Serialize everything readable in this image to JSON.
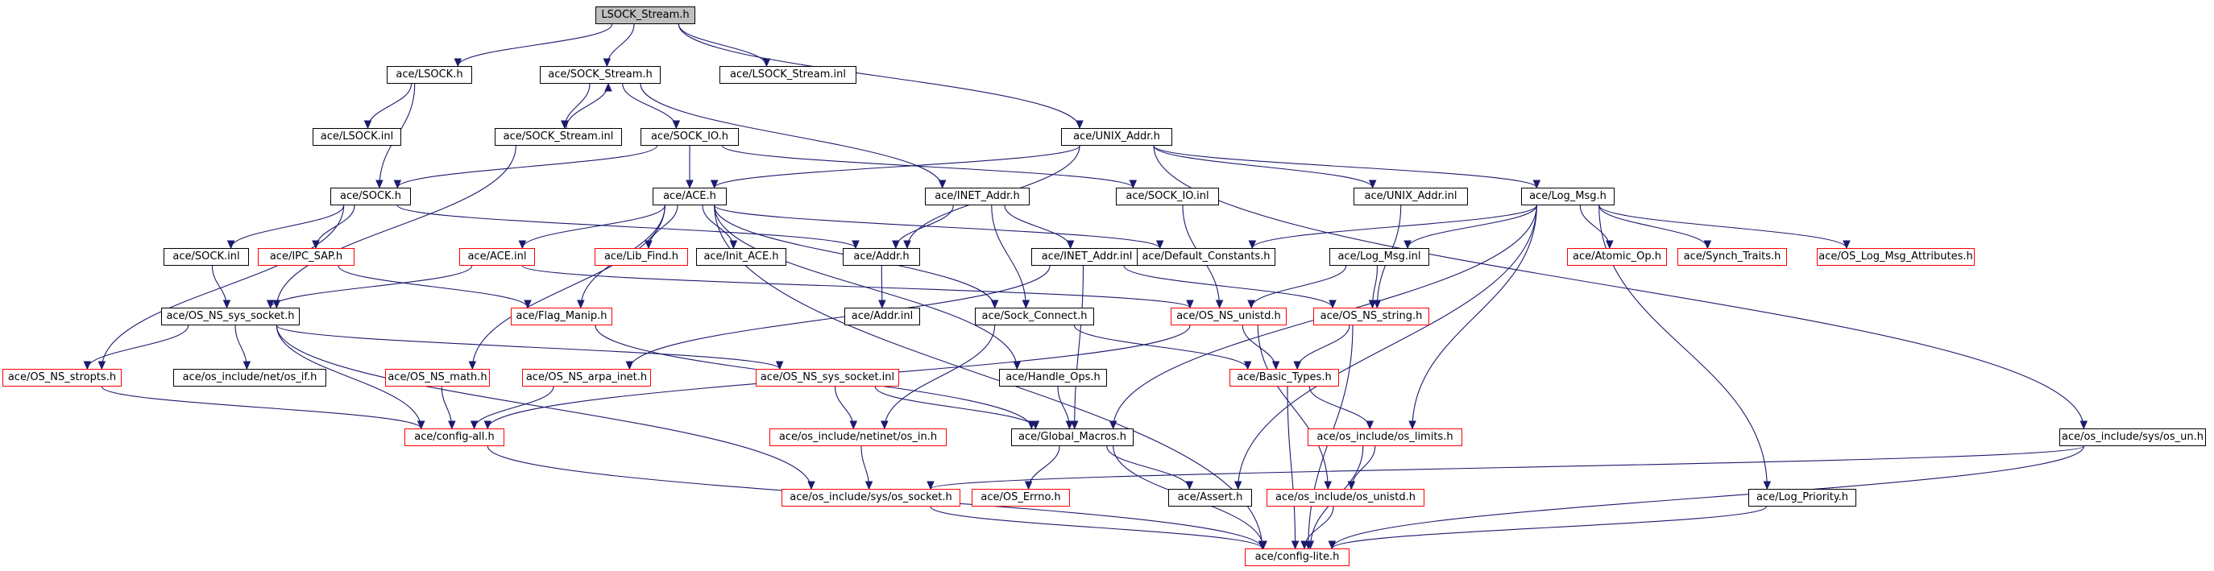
{
  "colors": {
    "edge": "#1a1a6e",
    "documented_border": "#000000",
    "undocumented_border": "#ff0000",
    "root_fill": "#bfbfbf"
  },
  "nodes": {
    "lsock_stream_h": {
      "label": "LSOCK_Stream.h",
      "border": "black"
    },
    "ace_lsock_h": {
      "label": "ace/LSOCK.h",
      "border": "black"
    },
    "ace_sock_stream_h": {
      "label": "ace/SOCK_Stream.h",
      "border": "black"
    },
    "ace_lsock_stream_inl": {
      "label": "ace/LSOCK_Stream.inl",
      "border": "black"
    },
    "ace_lsock_inl": {
      "label": "ace/LSOCK.inl",
      "border": "black"
    },
    "ace_sock_stream_inl": {
      "label": "ace/SOCK_Stream.inl",
      "border": "black"
    },
    "ace_sock_io_h": {
      "label": "ace/SOCK_IO.h",
      "border": "black"
    },
    "ace_unix_addr_h": {
      "label": "ace/UNIX_Addr.h",
      "border": "black"
    },
    "ace_sock_h": {
      "label": "ace/SOCK.h",
      "border": "black"
    },
    "ace_ace_h": {
      "label": "ace/ACE.h",
      "border": "black"
    },
    "ace_inet_addr_h": {
      "label": "ace/INET_Addr.h",
      "border": "black"
    },
    "ace_sock_io_inl": {
      "label": "ace/SOCK_IO.inl",
      "border": "black"
    },
    "ace_unix_addr_inl": {
      "label": "ace/UNIX_Addr.inl",
      "border": "black"
    },
    "ace_log_msg_h": {
      "label": "ace/Log_Msg.h",
      "border": "black"
    },
    "ace_sock_inl": {
      "label": "ace/SOCK.inl",
      "border": "black"
    },
    "ace_ipc_sap_h": {
      "label": "ace/IPC_SAP.h",
      "border": "red"
    },
    "ace_ace_inl": {
      "label": "ace/ACE.inl",
      "border": "red"
    },
    "ace_lib_find_h": {
      "label": "ace/Lib_Find.h",
      "border": "red"
    },
    "ace_init_ace_h": {
      "label": "ace/Init_ACE.h",
      "border": "black"
    },
    "ace_addr_h": {
      "label": "ace/Addr.h",
      "border": "black"
    },
    "ace_inet_addr_inl": {
      "label": "ace/INET_Addr.inl",
      "border": "black"
    },
    "ace_default_constants_h": {
      "label": "ace/Default_Constants.h",
      "border": "black"
    },
    "ace_log_msg_inl": {
      "label": "ace/Log_Msg.inl",
      "border": "black"
    },
    "ace_atomic_op_h": {
      "label": "ace/Atomic_Op.h",
      "border": "red"
    },
    "ace_synch_traits_h": {
      "label": "ace/Synch_Traits.h",
      "border": "red"
    },
    "ace_os_log_msg_attributes_h": {
      "label": "ace/OS_Log_Msg_Attributes.h",
      "border": "red"
    },
    "ace_os_ns_sys_socket_h": {
      "label": "ace/OS_NS_sys_socket.h",
      "border": "black"
    },
    "ace_flag_manip_h": {
      "label": "ace/Flag_Manip.h",
      "border": "red"
    },
    "ace_addr_inl": {
      "label": "ace/Addr.inl",
      "border": "black"
    },
    "ace_sock_connect_h": {
      "label": "ace/Sock_Connect.h",
      "border": "black"
    },
    "ace_os_ns_unistd_h": {
      "label": "ace/OS_NS_unistd.h",
      "border": "red"
    },
    "ace_os_ns_string_h": {
      "label": "ace/OS_NS_string.h",
      "border": "red"
    },
    "ace_os_ns_stropts_h": {
      "label": "ace/OS_NS_stropts.h",
      "border": "red"
    },
    "ace_os_include_net_os_if_h": {
      "label": "ace/os_include/net/os_if.h",
      "border": "black"
    },
    "ace_os_ns_math_h": {
      "label": "ace/OS_NS_math.h",
      "border": "red"
    },
    "ace_os_ns_arpa_inet_h": {
      "label": "ace/OS_NS_arpa_inet.h",
      "border": "red"
    },
    "ace_os_ns_sys_socket_inl": {
      "label": "ace/OS_NS_sys_socket.inl",
      "border": "red"
    },
    "ace_handle_ops_h": {
      "label": "ace/Handle_Ops.h",
      "border": "black"
    },
    "ace_basic_types_h": {
      "label": "ace/Basic_Types.h",
      "border": "red"
    },
    "ace_config_all_h": {
      "label": "ace/config-all.h",
      "border": "red"
    },
    "ace_os_include_netinet_os_in_h": {
      "label": "ace/os_include/netinet/os_in.h",
      "border": "red"
    },
    "ace_global_macros_h": {
      "label": "ace/Global_Macros.h",
      "border": "black"
    },
    "ace_os_include_os_limits_h": {
      "label": "ace/os_include/os_limits.h",
      "border": "red"
    },
    "ace_os_include_sys_os_un_h": {
      "label": "ace/os_include/sys/os_un.h",
      "border": "black"
    },
    "ace_os_include_sys_os_socket_h": {
      "label": "ace/os_include/sys/os_socket.h",
      "border": "red"
    },
    "ace_os_errno_h": {
      "label": "ace/OS_Errno.h",
      "border": "red"
    },
    "ace_assert_h": {
      "label": "ace/Assert.h",
      "border": "black"
    },
    "ace_os_include_os_unistd_h": {
      "label": "ace/os_include/os_unistd.h",
      "border": "red"
    },
    "ace_log_priority_h": {
      "label": "ace/Log_Priority.h",
      "border": "black"
    },
    "ace_config_lite_h": {
      "label": "ace/config-lite.h",
      "border": "red"
    }
  },
  "edges": [
    [
      "lsock_stream_h",
      "ace_lsock_h"
    ],
    [
      "lsock_stream_h",
      "ace_sock_stream_h"
    ],
    [
      "lsock_stream_h",
      "ace_lsock_stream_inl"
    ],
    [
      "lsock_stream_h",
      "ace_unix_addr_h"
    ],
    [
      "ace_lsock_h",
      "ace_lsock_inl"
    ],
    [
      "ace_lsock_h",
      "ace_sock_h"
    ],
    [
      "ace_sock_stream_h",
      "ace_sock_stream_inl"
    ],
    [
      "ace_sock_stream_inl",
      "ace_sock_stream_h"
    ],
    [
      "ace_sock_stream_h",
      "ace_sock_io_h"
    ],
    [
      "ace_sock_stream_h",
      "ace_inet_addr_h"
    ],
    [
      "ace_sock_stream_inl",
      "ace_os_ns_sys_socket_h"
    ],
    [
      "ace_sock_io_h",
      "ace_sock_h"
    ],
    [
      "ace_sock_io_h",
      "ace_ace_h"
    ],
    [
      "ace_sock_io_h",
      "ace_sock_io_inl"
    ],
    [
      "ace_unix_addr_h",
      "ace_ace_h"
    ],
    [
      "ace_unix_addr_h",
      "ace_addr_h"
    ],
    [
      "ace_unix_addr_h",
      "ace_unix_addr_inl"
    ],
    [
      "ace_unix_addr_h",
      "ace_log_msg_h"
    ],
    [
      "ace_unix_addr_h",
      "ace_os_include_sys_os_un_h"
    ],
    [
      "ace_sock_h",
      "ace_sock_inl"
    ],
    [
      "ace_sock_h",
      "ace_ipc_sap_h"
    ],
    [
      "ace_sock_h",
      "ace_addr_h"
    ],
    [
      "ace_sock_h",
      "ace_os_ns_stropts_h"
    ],
    [
      "ace_sock_inl",
      "ace_os_ns_sys_socket_h"
    ],
    [
      "ace_ipc_sap_h",
      "ace_flag_manip_h"
    ],
    [
      "ace_ace_h",
      "ace_ace_inl"
    ],
    [
      "ace_ace_h",
      "ace_lib_find_h"
    ],
    [
      "ace_ace_h",
      "ace_init_ace_h"
    ],
    [
      "ace_ace_h",
      "ace_default_constants_h"
    ],
    [
      "ace_ace_h",
      "ace_flag_manip_h"
    ],
    [
      "ace_ace_h",
      "ace_sock_connect_h"
    ],
    [
      "ace_ace_h",
      "ace_handle_ops_h"
    ],
    [
      "ace_ace_h",
      "ace_os_ns_math_h"
    ],
    [
      "ace_ace_h",
      "ace_config_lite_h"
    ],
    [
      "ace_ace_inl",
      "ace_os_ns_sys_socket_h"
    ],
    [
      "ace_ace_inl",
      "ace_os_ns_unistd_h"
    ],
    [
      "ace_inet_addr_h",
      "ace_addr_h"
    ],
    [
      "ace_inet_addr_h",
      "ace_inet_addr_inl"
    ],
    [
      "ace_inet_addr_h",
      "ace_sock_connect_h"
    ],
    [
      "ace_sock_io_inl",
      "ace_os_ns_unistd_h"
    ],
    [
      "ace_unix_addr_inl",
      "ace_os_ns_string_h"
    ],
    [
      "ace_inet_addr_inl",
      "ace_os_ns_string_h"
    ],
    [
      "ace_inet_addr_inl",
      "ace_global_macros_h"
    ],
    [
      "ace_inet_addr_inl",
      "ace_os_ns_arpa_inet_h"
    ],
    [
      "ace_log_msg_h",
      "ace_default_constants_h"
    ],
    [
      "ace_log_msg_h",
      "ace_log_msg_inl"
    ],
    [
      "ace_log_msg_h",
      "ace_atomic_op_h"
    ],
    [
      "ace_log_msg_h",
      "ace_synch_traits_h"
    ],
    [
      "ace_log_msg_h",
      "ace_os_log_msg_attributes_h"
    ],
    [
      "ace_log_msg_h",
      "ace_global_macros_h"
    ],
    [
      "ace_log_msg_h",
      "ace_os_include_os_limits_h"
    ],
    [
      "ace_log_msg_h",
      "ace_assert_h"
    ],
    [
      "ace_log_msg_h",
      "ace_log_priority_h"
    ],
    [
      "ace_log_msg_inl",
      "ace_os_ns_string_h"
    ],
    [
      "ace_log_msg_inl",
      "ace_os_ns_unistd_h"
    ],
    [
      "ace_addr_h",
      "ace_addr_inl"
    ],
    [
      "ace_flag_manip_h",
      "ace_global_macros_h"
    ],
    [
      "ace_os_ns_sys_socket_h",
      "ace_os_ns_stropts_h"
    ],
    [
      "ace_os_ns_sys_socket_h",
      "ace_os_include_net_os_if_h"
    ],
    [
      "ace_os_ns_sys_socket_h",
      "ace_os_ns_sys_socket_inl"
    ],
    [
      "ace_os_ns_sys_socket_h",
      "ace_config_all_h"
    ],
    [
      "ace_os_ns_sys_socket_h",
      "ace_os_include_sys_os_socket_h"
    ],
    [
      "ace_os_ns_stropts_h",
      "ace_config_all_h"
    ],
    [
      "ace_os_ns_math_h",
      "ace_config_all_h"
    ],
    [
      "ace_os_ns_arpa_inet_h",
      "ace_config_all_h"
    ],
    [
      "ace_os_ns_sys_socket_inl",
      "ace_os_include_netinet_os_in_h"
    ],
    [
      "ace_os_ns_sys_socket_inl",
      "ace_global_macros_h"
    ],
    [
      "ace_sock_connect_h",
      "ace_basic_types_h"
    ],
    [
      "ace_sock_connect_h",
      "ace_os_include_netinet_os_in_h"
    ],
    [
      "ace_handle_ops_h",
      "ace_global_macros_h"
    ],
    [
      "ace_os_ns_unistd_h",
      "ace_basic_types_h"
    ],
    [
      "ace_os_ns_unistd_h",
      "ace_config_all_h"
    ],
    [
      "ace_os_ns_unistd_h",
      "ace_os_include_os_unistd_h"
    ],
    [
      "ace_os_ns_string_h",
      "ace_basic_types_h"
    ],
    [
      "ace_os_ns_string_h",
      "ace_config_lite_h"
    ],
    [
      "ace_basic_types_h",
      "ace_os_include_os_limits_h"
    ],
    [
      "ace_basic_types_h",
      "ace_config_lite_h"
    ],
    [
      "ace_config_all_h",
      "ace_config_lite_h"
    ],
    [
      "ace_os_include_netinet_os_in_h",
      "ace_os_include_sys_os_socket_h"
    ],
    [
      "ace_global_macros_h",
      "ace_os_errno_h"
    ],
    [
      "ace_global_macros_h",
      "ace_assert_h"
    ],
    [
      "ace_global_macros_h",
      "ace_config_lite_h"
    ],
    [
      "ace_os_include_os_limits_h",
      "ace_os_include_os_unistd_h"
    ],
    [
      "ace_os_include_os_limits_h",
      "ace_config_lite_h"
    ],
    [
      "ace_os_include_sys_os_un_h",
      "ace_os_include_sys_os_socket_h"
    ],
    [
      "ace_os_include_sys_os_un_h",
      "ace_config_lite_h"
    ],
    [
      "ace_os_include_sys_os_socket_h",
      "ace_config_lite_h"
    ],
    [
      "ace_os_include_os_unistd_h",
      "ace_config_lite_h"
    ],
    [
      "ace_log_priority_h",
      "ace_config_lite_h"
    ]
  ]
}
